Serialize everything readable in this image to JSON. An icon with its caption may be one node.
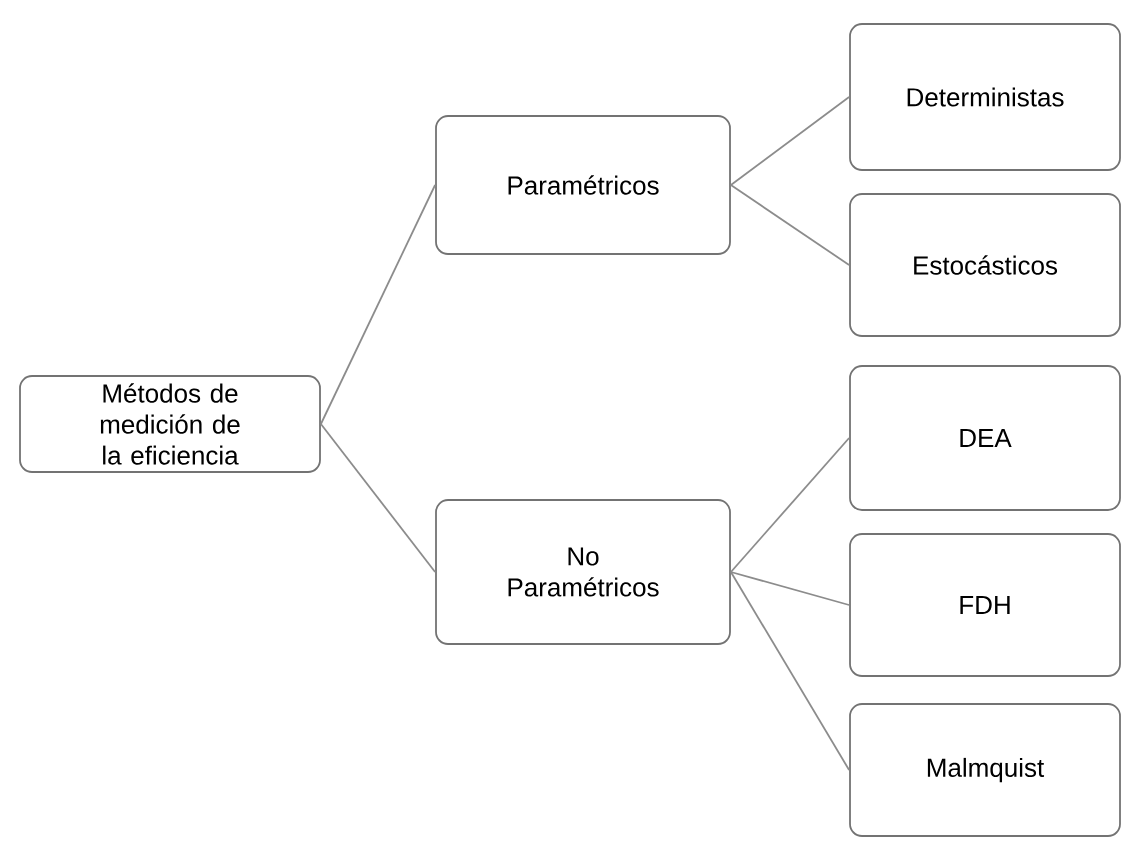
{
  "diagram": {
    "nodes": [
      {
        "text": [
          "Métodos de medición de la eficiencia"
        ]
      },
      {
        "text": [
          "Paramétricos"
        ]
      },
      {
        "text": [
          "No Paramétricos"
        ]
      },
      {
        "text": [
          "Deterministas"
        ]
      },
      {
        "text": [
          "Estocásticos"
        ]
      },
      {
        "text": [
          "DEA"
        ]
      },
      {
        "text": [
          "FDH"
        ]
      },
      {
        "text": [
          "Malmquist"
        ]
      }
    ],
    "edges": [
      {
        "from": 0,
        "to": 1,
        "arrow": "none"
      },
      {
        "from": 0,
        "to": 2,
        "arrow": "none"
      },
      {
        "from": 1,
        "to": 3,
        "arrow": "none"
      },
      {
        "from": 1,
        "to": 4,
        "arrow": "none"
      },
      {
        "from": 2,
        "to": 5,
        "arrow": "none"
      },
      {
        "from": 2,
        "to": 6,
        "arrow": "none"
      },
      {
        "from": 2,
        "to": 7,
        "arrow": "none"
      }
    ]
  }
}
